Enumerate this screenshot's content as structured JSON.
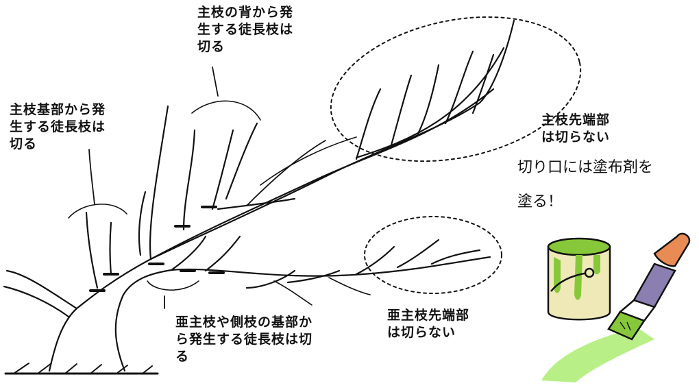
{
  "labels": {
    "top_center": "主枝の背から発\n生する徒長枝は\n切る",
    "left": "主枝基部から発\n生する徒長枝は\n切る",
    "main_tip": "主枝先端部\nは切らない",
    "sub_base": "亜主枝や側枝の基部か\nら発生する徒長枝は切\nる",
    "sub_tip": "亜主枝先端部\nは切らない",
    "note_line1": "切り口には塗布剤を",
    "note_line2": "塗る！"
  },
  "colors": {
    "ink": "#111111",
    "paint_green": "#86c83a",
    "paint_light": "#b8ef86",
    "can_body": "#efe9b8",
    "brush_handle": "#e98b55",
    "brush_ferrule": "#8a7fb0"
  },
  "icons": [
    "tree-branch-illustration",
    "paint-can-icon",
    "paint-brush-icon",
    "paint-stroke-icon"
  ]
}
